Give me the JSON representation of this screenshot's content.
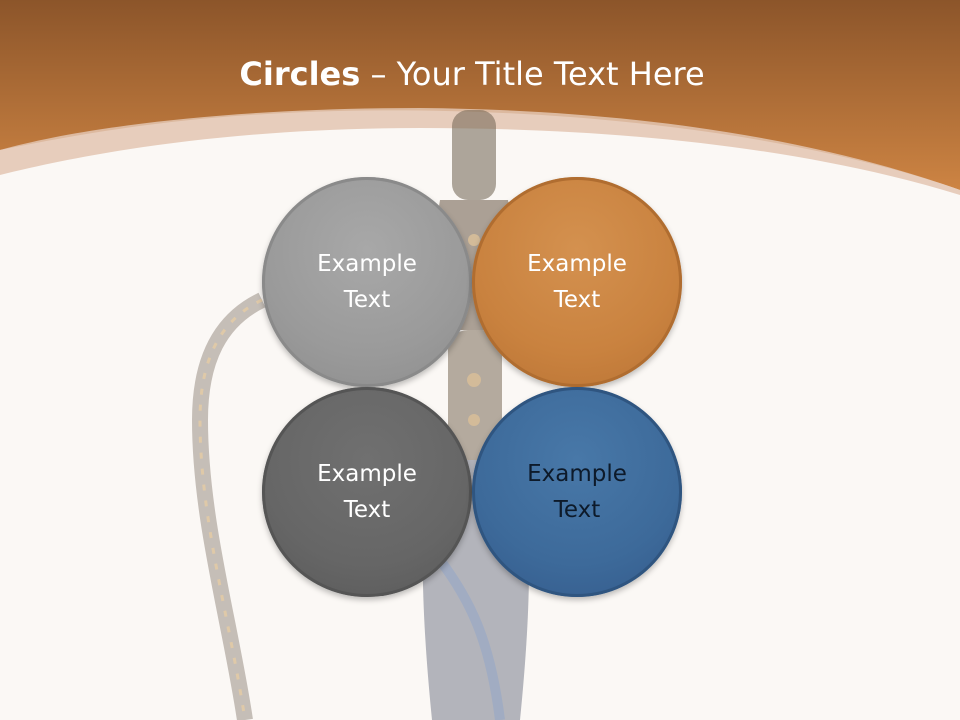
{
  "slide": {
    "title_bold": "Circles",
    "title_rest": " – Your Title Text Here"
  },
  "circles": [
    {
      "text": "Example Text",
      "color": "#9a9a9a"
    },
    {
      "text": "Example Text",
      "color": "#c9823f"
    },
    {
      "text": "Example Text",
      "color": "#666666"
    },
    {
      "text": "Example Text",
      "color": "#3d6a9a"
    }
  ],
  "colors": {
    "header": "#c47a35",
    "background": "#fbf8f5"
  },
  "decorations": {
    "background_image": "hookah-illustration"
  }
}
